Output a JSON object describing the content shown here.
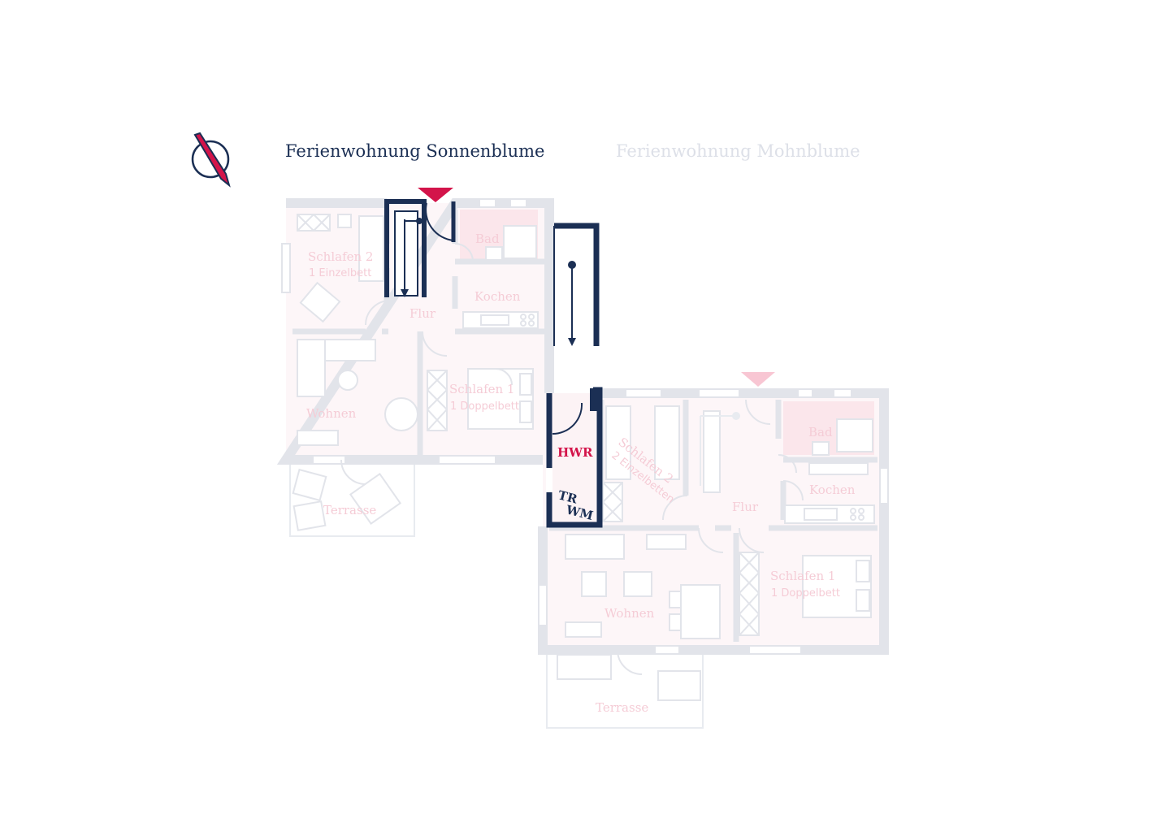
{
  "tabs": [
    {
      "label": "Ferienwohnung Sonnenblume",
      "active": true
    },
    {
      "label": "Ferienwohnung Mohnblume",
      "active": false
    }
  ],
  "colors": {
    "navy": "#1b2f54",
    "accent": "#d3144a",
    "wall": "#e2e4ea",
    "room_fill": "#fcf3f5",
    "faded_label": "#f5ccd6",
    "furniture": "#e8ebf0"
  },
  "icons": {
    "compass": "north-arrow-icon"
  },
  "apartment_a": {
    "rooms": {
      "schlafen2": {
        "name": "Schlafen 2",
        "sub": "1 Einzelbett"
      },
      "bad": {
        "name": "Bad"
      },
      "kochen": {
        "name": "Kochen"
      },
      "flur": {
        "name": "Flur"
      },
      "wohnen": {
        "name": "Wohnen"
      },
      "schlafen1": {
        "name": "Schlafen 1",
        "sub": "1 Doppelbett"
      },
      "terrasse": {
        "name": "Terrasse"
      }
    }
  },
  "apartment_b": {
    "rooms": {
      "schlafen2": {
        "name": "Schlafen 2",
        "sub": "2 Einzelbetten"
      },
      "bad": {
        "name": "Bad"
      },
      "kochen": {
        "name": "Kochen"
      },
      "flur": {
        "name": "Flur"
      },
      "wohnen": {
        "name": "Wohnen"
      },
      "schlafen1": {
        "name": "Schlafen 1",
        "sub": "1 Doppelbett"
      },
      "terrasse": {
        "name": "Terrasse"
      }
    }
  },
  "utility_room": {
    "label": "HWR",
    "appliance_1": "TR",
    "appliance_2": "WM"
  }
}
